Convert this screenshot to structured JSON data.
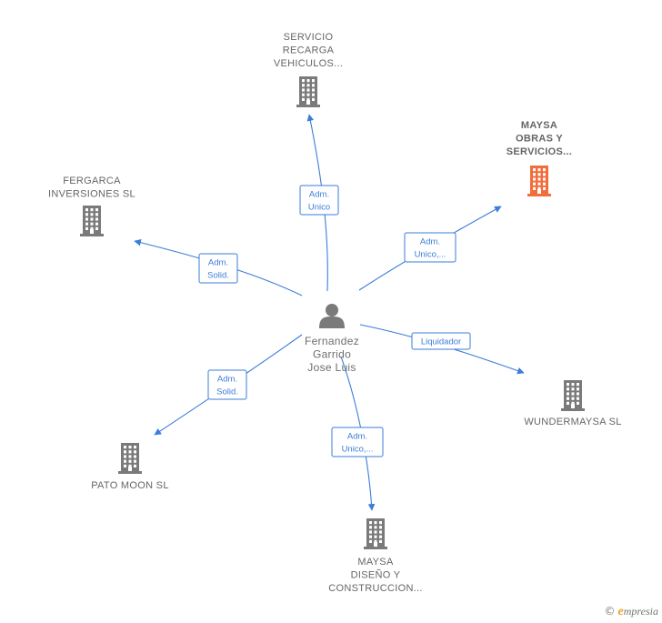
{
  "colors": {
    "edge": "#3b7dd8",
    "building": "#7a7a7a",
    "building_highlight": "#f26c3c",
    "person": "#7a7a7a"
  },
  "center": {
    "id": "person",
    "icon": "person-icon",
    "label_lines": [
      "Fernandez",
      "Garrido",
      "Jose Luis"
    ]
  },
  "nodes": [
    {
      "id": "servicio",
      "icon": "building-icon",
      "label_lines": [
        "SERVICIO",
        "RECARGA",
        "VEHICULOS..."
      ],
      "highlight": false
    },
    {
      "id": "maysa-obras",
      "icon": "building-icon",
      "label_lines": [
        "MAYSA",
        "OBRAS Y",
        "SERVICIOS..."
      ],
      "highlight": true
    },
    {
      "id": "fergarca",
      "icon": "building-icon",
      "label_lines": [
        "FERGARCA",
        "INVERSIONES SL"
      ],
      "highlight": false
    },
    {
      "id": "wundermaysa",
      "icon": "building-icon",
      "label_lines": [
        "WUNDERMAYSA SL"
      ],
      "highlight": false
    },
    {
      "id": "pato-moon",
      "icon": "building-icon",
      "label_lines": [
        "PATO MOON SL"
      ],
      "highlight": false
    },
    {
      "id": "maysa-diseno",
      "icon": "building-icon",
      "label_lines": [
        "MAYSA",
        "DISEÑO Y",
        "CONSTRUCCION..."
      ],
      "highlight": false
    }
  ],
  "edges": [
    {
      "target": "servicio",
      "label_lines": [
        "Adm.",
        "Unico"
      ]
    },
    {
      "target": "maysa-obras",
      "label_lines": [
        "Adm.",
        "Unico,..."
      ]
    },
    {
      "target": "fergarca",
      "label_lines": [
        "Adm.",
        "Solid."
      ]
    },
    {
      "target": "wundermaysa",
      "label_lines": [
        "Liquidador"
      ]
    },
    {
      "target": "pato-moon",
      "label_lines": [
        "Adm.",
        "Solid."
      ]
    },
    {
      "target": "maysa-diseno",
      "label_lines": [
        "Adm.",
        "Unico,..."
      ]
    }
  ],
  "brand": {
    "copyright": "©",
    "name_initial": "e",
    "name_rest": "mpresia"
  }
}
